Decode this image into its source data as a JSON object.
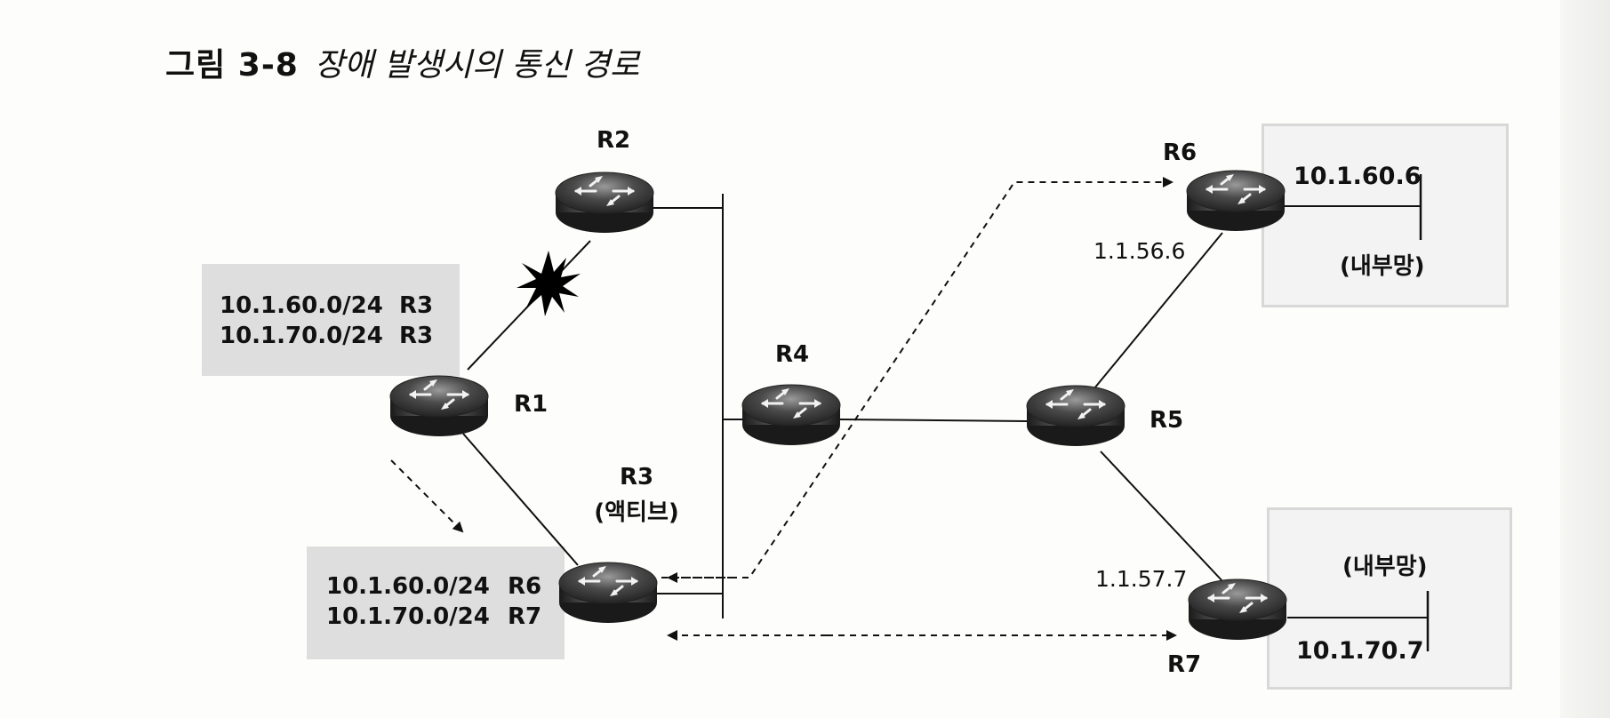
{
  "figure": {
    "number": "그림 3-8",
    "caption": "장애 발생시의 통신 경로"
  },
  "routers": {
    "r1": "R1",
    "r2": "R2",
    "r3": "R3",
    "r3_state": "(액티브)",
    "r4": "R4",
    "r5": "R5",
    "r6": "R6",
    "r7": "R7"
  },
  "table_before": {
    "rows": [
      {
        "network": "10.1.60.0/24",
        "next_hop": "R3"
      },
      {
        "network": "10.1.70.0/24",
        "next_hop": "R3"
      }
    ]
  },
  "table_after": {
    "rows": [
      {
        "network": "10.1.60.0/24",
        "next_hop": "R6"
      },
      {
        "network": "10.1.70.0/24",
        "next_hop": "R7"
      }
    ]
  },
  "interfaces": {
    "r6_uplink": "1.1.56.6",
    "r7_uplink": "1.1.57.7"
  },
  "internal_nets": {
    "top": {
      "label": "(내부망)",
      "address": "10.1.60.6"
    },
    "bottom": {
      "label": "(내부망)",
      "address": "10.1.70.7"
    }
  },
  "colors": {
    "router_body": "#3a3a3a",
    "table_bg": "#dedede",
    "failure_mark": "#000000"
  },
  "icons": [
    "router-icon",
    "failure-burst-icon",
    "arrow-icon"
  ]
}
